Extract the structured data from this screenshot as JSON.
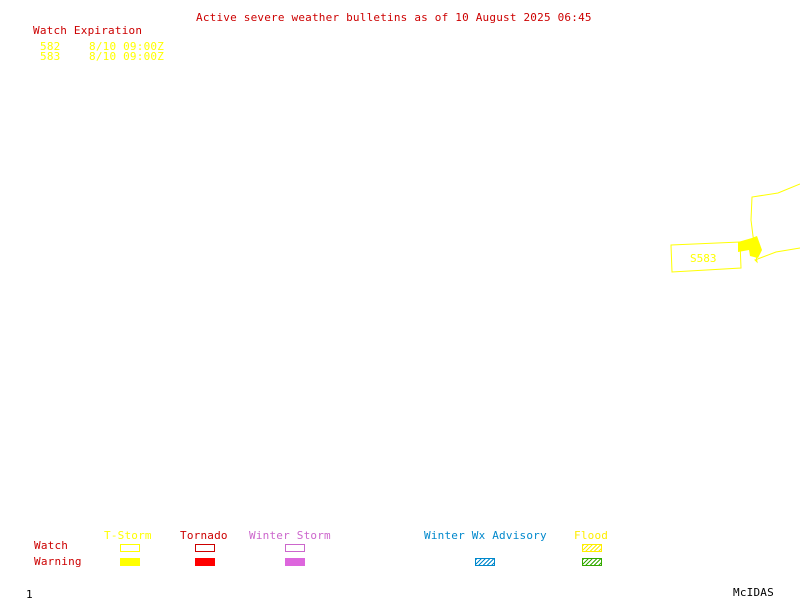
{
  "header": {
    "title": "Active severe weather bulletins as of 10 August 2025 06:45",
    "title_color": "#cc0000"
  },
  "watch_expiration": {
    "heading": "Watch Expiration",
    "heading_color": "#cc0000",
    "text_color": "#ffff00",
    "rows": [
      {
        "id": "582",
        "time": "8/10 09:00Z"
      },
      {
        "id": "583",
        "time": "8/10 09:00Z"
      }
    ]
  },
  "map": {
    "watch_label": "S583",
    "watch_color": "#ffff00",
    "warning_fill_color": "#ffff00"
  },
  "legend": {
    "row_labels": {
      "watch": "Watch",
      "warning": "Warning",
      "color": "#cc0000"
    },
    "columns": [
      {
        "key": "tstorm",
        "label": "T-Storm",
        "color": "#ffff00",
        "watch_style": "outline",
        "warning_style": "solid",
        "warning_color": "#ffff00"
      },
      {
        "key": "tornado",
        "label": "Tornado",
        "color": "#cc0000",
        "watch_style": "outline",
        "warning_style": "solid",
        "warning_color": "#ff0000"
      },
      {
        "key": "winter_storm",
        "label": "Winter Storm",
        "color": "#cc66cc",
        "watch_style": "outline",
        "warning_style": "solid",
        "warning_color": "#dd66dd"
      },
      {
        "key": "winter_wx_advisory",
        "label": "Winter Wx Advisory",
        "color": "#0088cc",
        "watch_style": "none",
        "warning_style": "hatched",
        "warning_color": "#0088cc"
      },
      {
        "key": "flood",
        "label": "Flood",
        "color": "#ffee00",
        "watch_style": "hatched",
        "watch_color": "#ffee00",
        "warning_style": "hatched",
        "warning_color": "#33aa00"
      }
    ]
  },
  "footer": {
    "frame_number": "1",
    "brand": "McIDAS",
    "color": "#000000"
  }
}
